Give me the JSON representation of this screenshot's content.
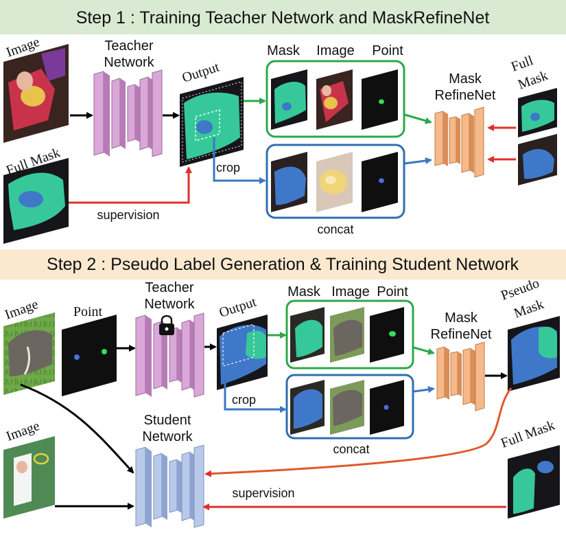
{
  "step1": {
    "title": "Step 1 : Training Teacher Network and MaskRefineNet",
    "image_label": "Image",
    "full_mask_label": "Full Mask",
    "teacher_label_line1": "Teacher",
    "teacher_label_line2": "Network",
    "output_label": "Output",
    "mask_col": "Mask",
    "image_col": "Image",
    "point_col": "Point",
    "maskrefine_line1": "Mask",
    "maskrefine_line2": "RefineNet",
    "full_label_line1": "Full",
    "full_label_line2": "Mask",
    "crop_label": "crop",
    "concat_label": "concat",
    "supervision_label": "supervision"
  },
  "step2": {
    "title": "Step 2 : Pseudo Label Generation & Training Student Network",
    "image_label": "Image",
    "point_label": "Point",
    "teacher_label_line1": "Teacher",
    "teacher_label_line2": "Network",
    "output_label": "Output",
    "mask_col": "Mask",
    "image_col": "Image",
    "point_col": "Point",
    "maskrefine_line1": "Mask",
    "maskrefine_line2": "RefineNet",
    "pseudo_line1": "Pseudo",
    "pseudo_line2": "Mask",
    "crop_label": "crop",
    "concat_label": "concat",
    "student_line1": "Student",
    "student_line2": "Network",
    "image2_label": "Image",
    "full_mask_label": "Full Mask",
    "supervision_label": "supervision"
  },
  "colors": {
    "banner1": "#d9ead3",
    "banner2": "#fbe9cf",
    "teacher": "#d9a8d8",
    "teacher_side": "#b77bb6",
    "refine": "#f5b98a",
    "refine_side": "#d98d57",
    "student": "#b9c9ea",
    "student_side": "#8ea3cf",
    "green_box": "#2ca84a",
    "blue_box": "#2e6fb0",
    "red_arrow": "#e0302a",
    "orange_arrow": "#e0582a",
    "blue_arrow": "#3a78c4",
    "green_arrow": "#2ca84a",
    "mask_green": "#37c89a",
    "mask_blue": "#3f78c8",
    "point_green": "#2ee05a",
    "point_blue": "#4a6ee0"
  }
}
